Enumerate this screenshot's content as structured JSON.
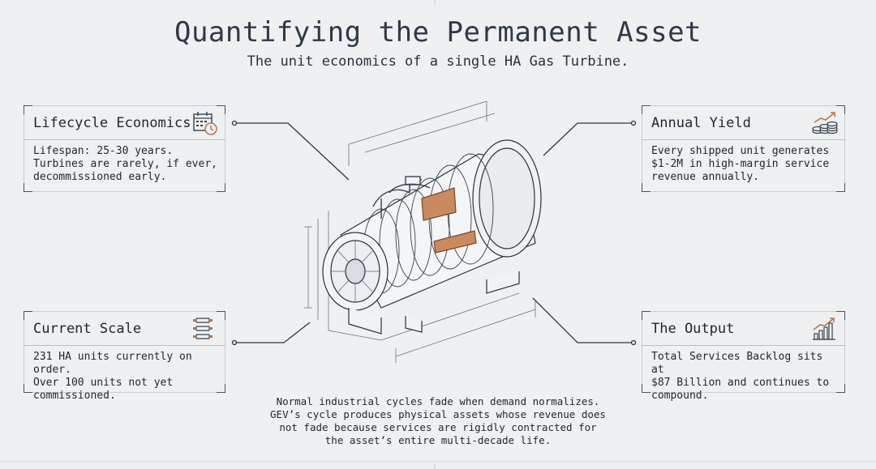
{
  "header": {
    "title": "Quantifying the Permanent Asset",
    "subtitle": "The unit economics of a single HA Gas Turbine."
  },
  "cards": [
    {
      "heading": "Lifecycle Economics",
      "body": "Lifespan: 25-30 years.\nTurbines are rarely, if ever,\ndecommissioned early.",
      "icon": "calendar-clock-icon"
    },
    {
      "heading": "Annual Yield",
      "body": "Every shipped unit generates\n$1-2M in high-margin service\nrevenue annually.",
      "icon": "coin-stack-growth-icon"
    },
    {
      "heading": "Current Scale",
      "body": "231 HA units currently on order.\nOver 100 units not yet\ncommissioned.",
      "icon": "turbine-units-icon"
    },
    {
      "heading": "The Output",
      "body": "Total Services Backlog sits at\n$87 Billion and continues to\ncompound.",
      "icon": "bar-chart-growth-icon"
    }
  ],
  "footer": {
    "text": "Normal industrial cycles fade when demand normalizes.\nGEV’s cycle produces physical assets whose revenue does\nnot fade because services are rigidly contracted for\nthe asset’s entire multi-decade life."
  },
  "colors": {
    "background": "#eef0f2",
    "ink": "#2a313b",
    "accent_copper": "#b8764a"
  }
}
